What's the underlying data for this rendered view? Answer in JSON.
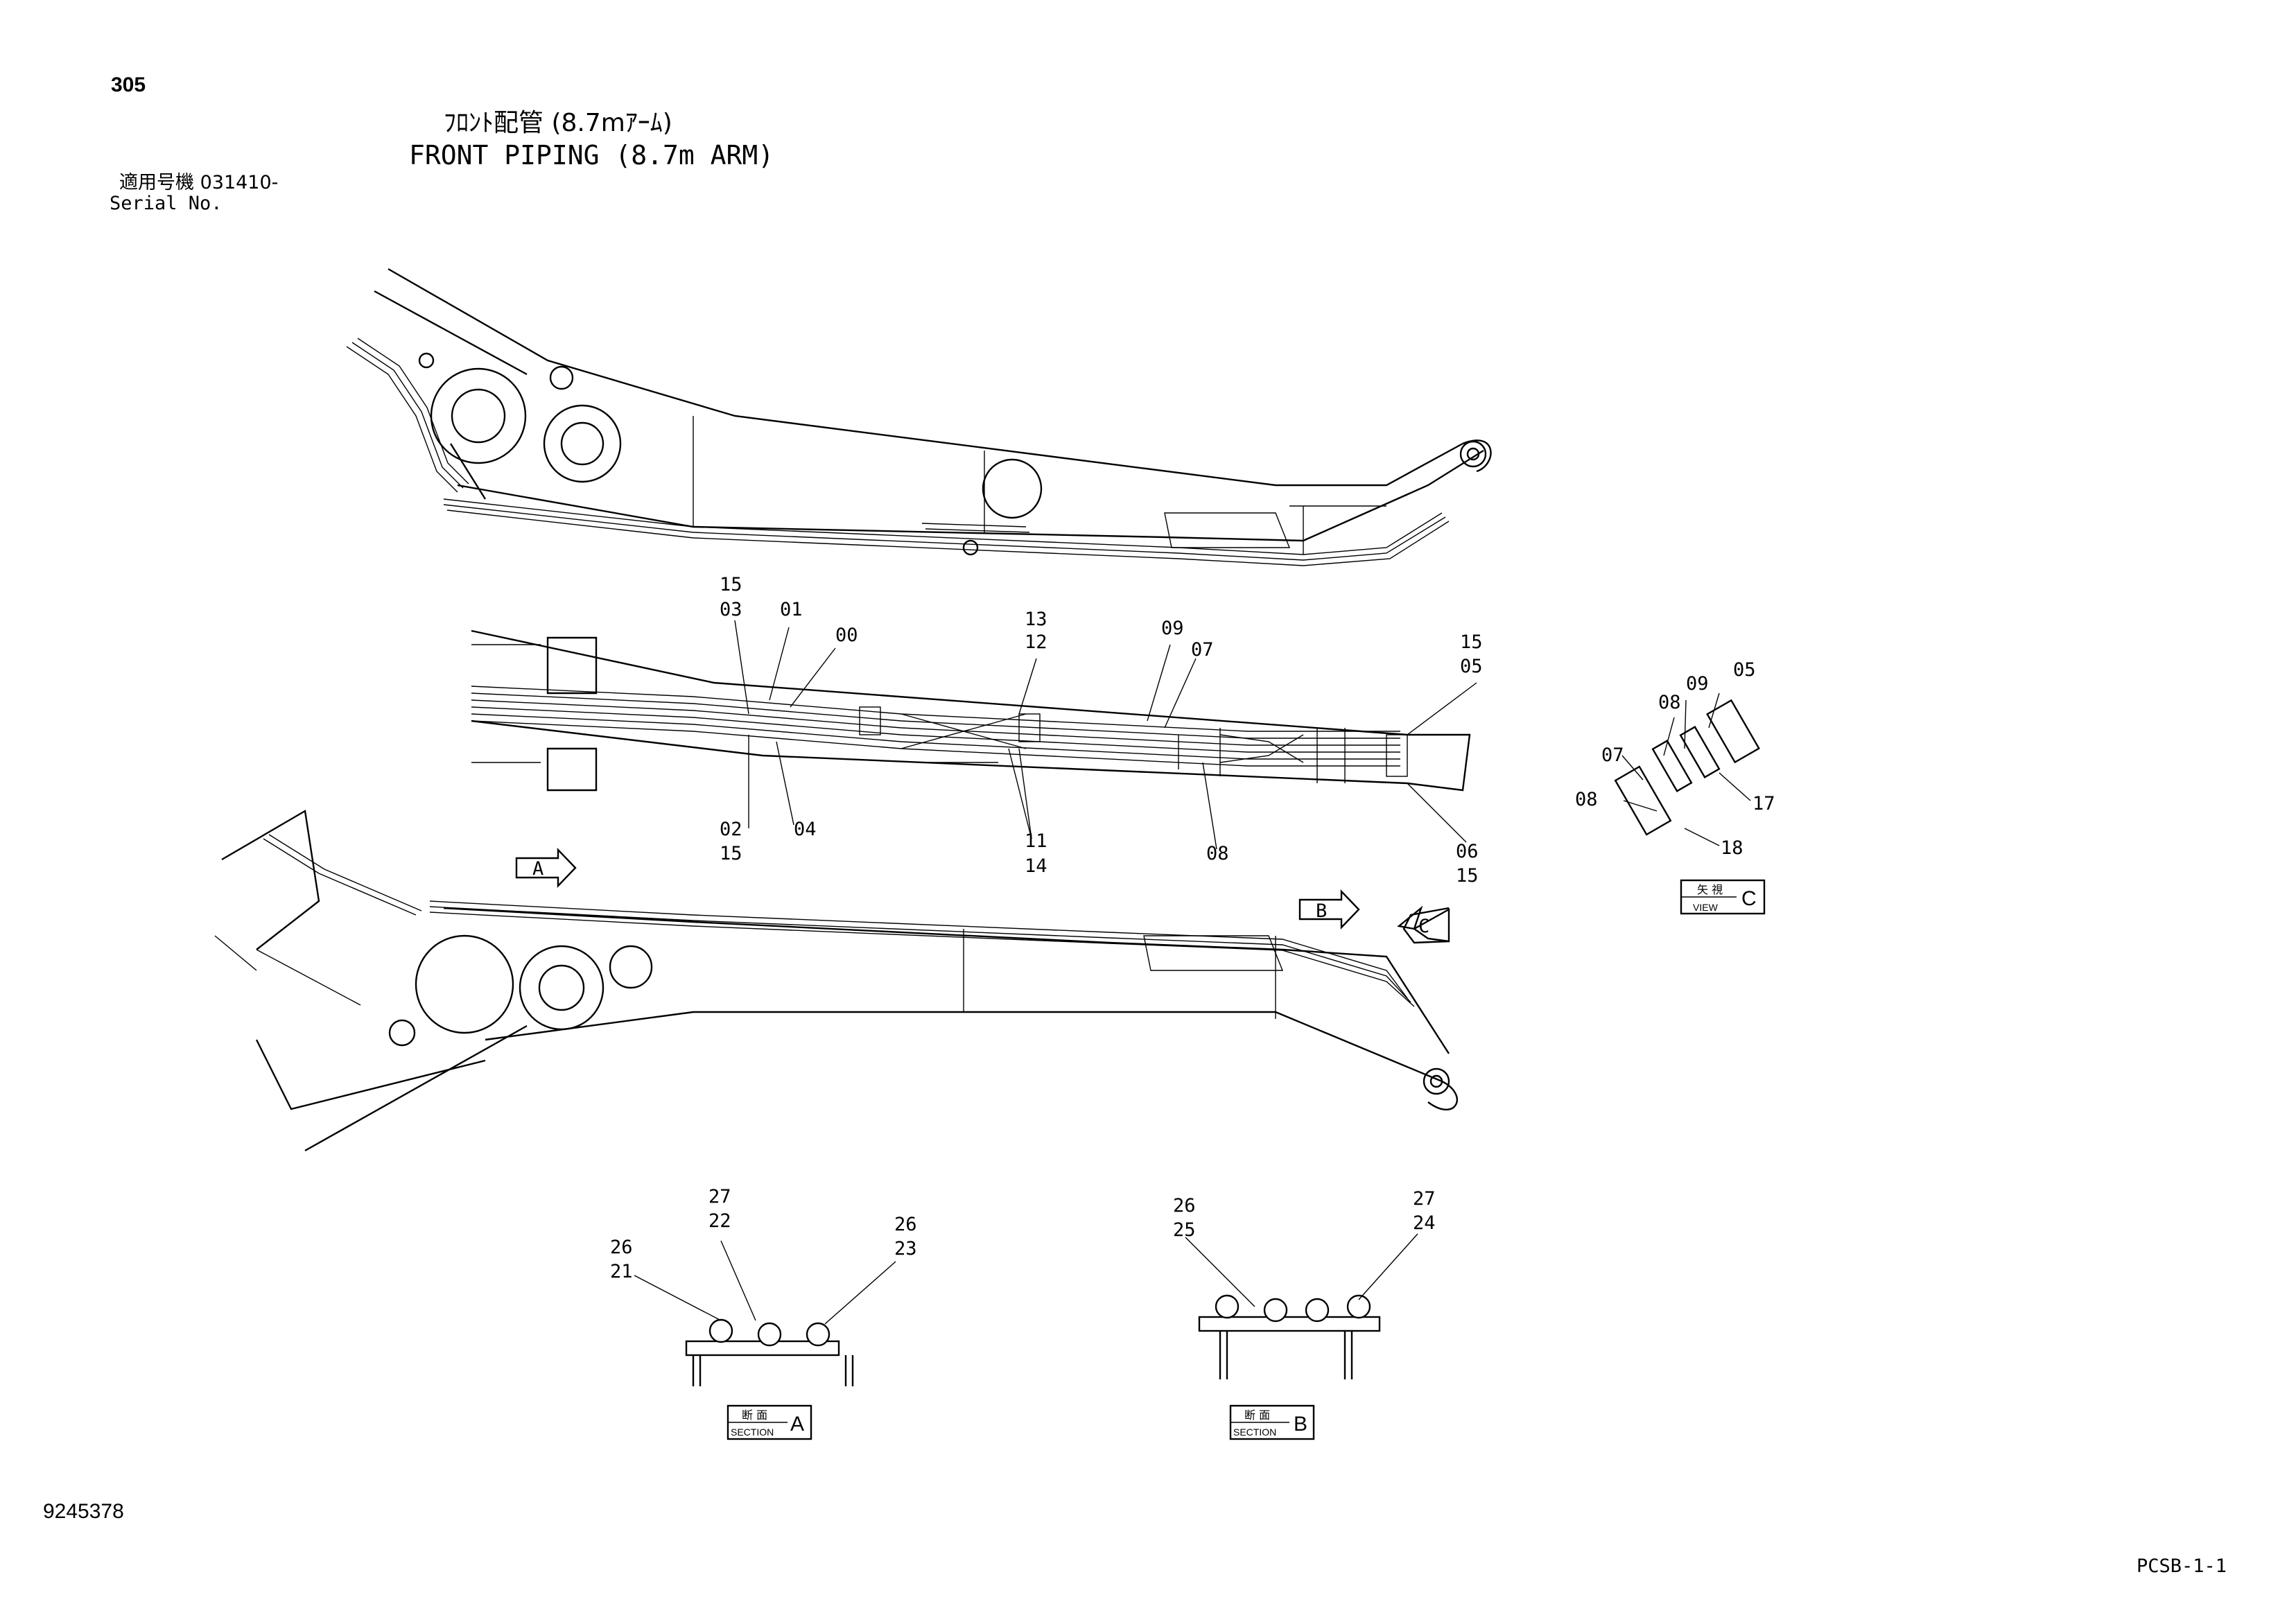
{
  "header": {
    "page_number": "305",
    "title_jp": "ﾌﾛﾝﾄ配管 (8.7mｱｰﾑ)",
    "title_en": "FRONT PIPING (8.7m ARM)",
    "serial_label_jp": "適用号機 031410-",
    "serial_label_en": "Serial No."
  },
  "footer": {
    "document_number": "9245378",
    "sheet_code": "PCSB-1-1"
  },
  "view_arrows": [
    "A",
    "B",
    "C"
  ],
  "views": {
    "view_c": {
      "jp": "矢 視",
      "en": "VIEW",
      "letter": "C"
    },
    "section_a": {
      "jp": "断 面",
      "en": "SECTION",
      "letter": "A"
    },
    "section_b": {
      "jp": "断 面",
      "en": "SECTION",
      "letter": "B"
    }
  },
  "callouts": {
    "top_15": "15",
    "top_03": "03",
    "top_01": "01",
    "top_00": "00",
    "top_13": "13",
    "top_12": "12",
    "top_09": "09",
    "top_07": "07",
    "right_15": "15",
    "right_05": "05",
    "bot_02": "02",
    "bot_15": "15",
    "bot_04": "04",
    "bot_11": "11",
    "bot_14": "14",
    "bot_08": "08",
    "bot_06": "06",
    "bot_15b": "15",
    "vc_05": "05",
    "vc_09": "09",
    "vc_08a": "08",
    "vc_07": "07",
    "vc_08b": "08",
    "vc_17": "17",
    "vc_18": "18",
    "sa_27": "27",
    "sa_22": "22",
    "sa_26a": "26",
    "sa_21": "21",
    "sa_26b": "26",
    "sa_23": "23",
    "sb_26": "26",
    "sb_25": "25",
    "sb_27": "27",
    "sb_24": "24"
  }
}
